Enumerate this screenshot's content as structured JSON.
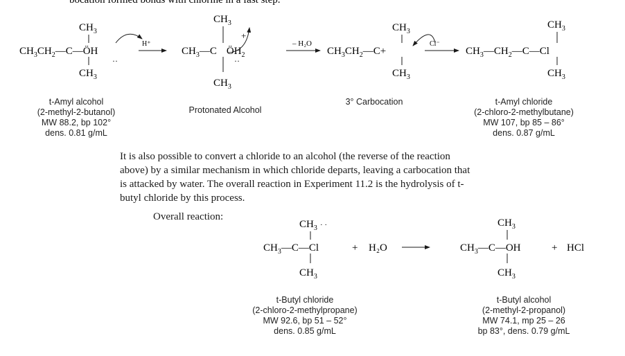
{
  "cropped_top_text": "bocation formed bonds with chlorine in a fast step.",
  "mechanism": {
    "reagents": {
      "acid": "H⁺",
      "water_loss": "– H₂O",
      "chloride": "Cl⁻"
    },
    "captions": {
      "amyl_alcohol": [
        "t-Amyl alcohol",
        "(2-methyl-2-butanol)",
        "MW 88.2, bp 102°",
        "dens. 0.81 g/mL"
      ],
      "protonated": [
        "Protonated Alcohol"
      ],
      "carbocation": [
        "3° Carbocation"
      ],
      "amyl_chloride": [
        "t-Amyl chloride",
        "(2-chloro-2-methylbutane)",
        "MW 107, bp 85 – 86°",
        "dens. 0.87 g/mL"
      ]
    }
  },
  "paragraph": [
    "It is also possible to convert a chloride to an alcohol (the reverse of the reaction",
    "above) by a similar mechanism in which chloride departs, leaving a carbocation that",
    "is attacked by water. The overall reaction in Experiment 11.2 is the hydrolysis of t-",
    "butyl chloride by this process."
  ],
  "overall": {
    "label": "Overall reaction:",
    "plus1": "+",
    "water": "H₂O",
    "plus2": "+",
    "hcl": "HCl",
    "captions": {
      "butyl_chloride": [
        "t-Butyl chloride",
        "(2-chloro-2-methylpropane)",
        "MW 92.6, bp 51 – 52°",
        "dens. 0.85 g/mL"
      ],
      "butyl_alcohol": [
        "t-Butyl alcohol",
        "(2-methyl-2-propanol)",
        "MW 74.1, mp 25 – 26",
        "bp 83°, dens. 0.79 g/mL"
      ]
    }
  }
}
